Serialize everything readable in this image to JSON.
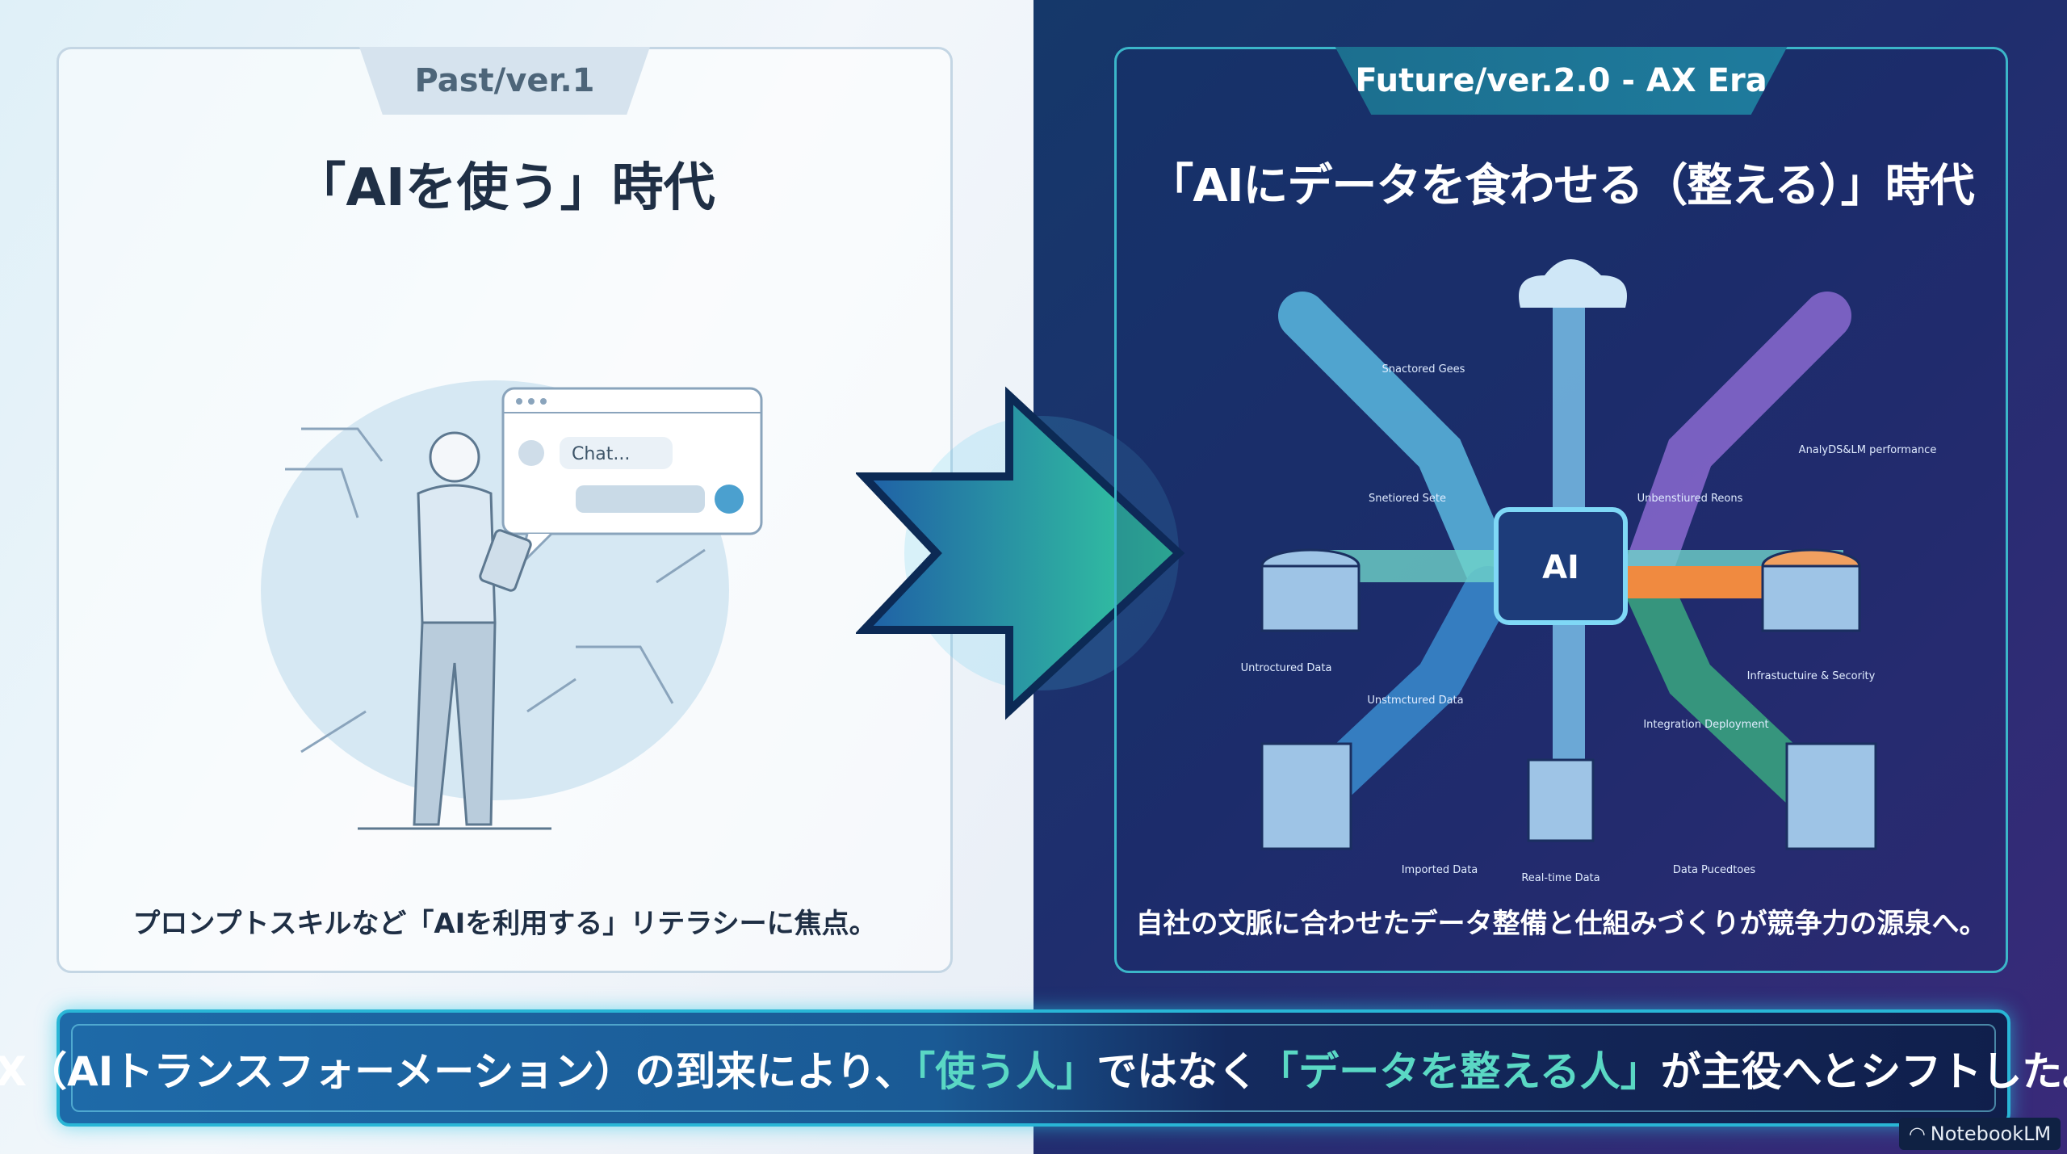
{
  "left": {
    "tab": "Past/ver.1",
    "title": "「AIを使う」時代",
    "chat_placeholder": "Chat...",
    "caption": "プロンプトスキルなど「AIを利用する」リテラシーに焦点。"
  },
  "right": {
    "tab": "Future/ver.2.0 - AX Era",
    "title": "「AIにデータを食わせる（整える）」時代",
    "chip_label": "AI",
    "diagram_labels": [
      "Snactored Gees",
      "Snetiored Sete",
      "Untroctured Data",
      "Unstmctured Data",
      "Imported Data",
      "Real-time Data",
      "Data Pucedtoes",
      "Integration Deployment",
      "Infrastuctuire & Secority",
      "Unbenstiured Reons",
      "AnalyDS&LM performance"
    ],
    "caption": "自社の文脈に合わせたデータ整備と仕組みづくりが競争力の源泉へ。"
  },
  "banner": {
    "part1": "AX（AIトランスフォーメーション）の到来により、",
    "highlight1": "「使う人」",
    "part2": "ではなく",
    "highlight2": "「データを整える人」",
    "part3": "が主役へとシフトした。"
  },
  "watermark": "NotebookLM",
  "colors": {
    "accent_teal": "#5ad8c4",
    "left_bg": "#eef4f8",
    "right_bg": "#1f2e6e"
  }
}
